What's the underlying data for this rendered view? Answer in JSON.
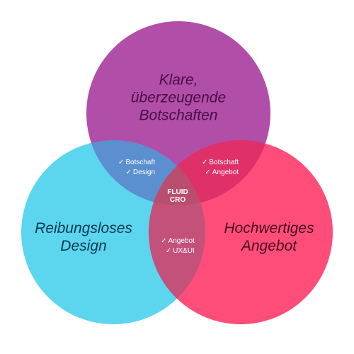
{
  "circles": {
    "top": {
      "lines": [
        "Klare,",
        "überzeugende",
        "Botschaften"
      ],
      "color": "#b04ea8",
      "text_color": "#4a0d45"
    },
    "left": {
      "lines": [
        "Reibungsloses",
        "Design"
      ],
      "color": "#5cd5ef",
      "text_color": "#07384a"
    },
    "right": {
      "lines": [
        "Hochwertiges",
        "Angebot"
      ],
      "color": "#ff4d79",
      "text_color": "#4a0a1e"
    }
  },
  "overlaps": {
    "top_left": {
      "items": [
        "Botschaft",
        "Design"
      ],
      "color": "#5b8fcf"
    },
    "top_right": {
      "items": [
        "Botschaft",
        "Angebot"
      ],
      "color": "#e0306a"
    },
    "left_right": {
      "items": [
        "Angebot",
        "UX&UI"
      ],
      "color": "#c4517a"
    },
    "center": {
      "lines": [
        "FLUID",
        "CRO"
      ],
      "color": "#ba4e6e"
    }
  },
  "check_symbol": "✓"
}
